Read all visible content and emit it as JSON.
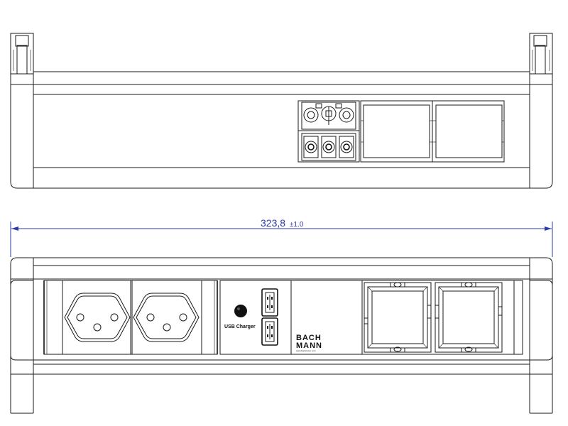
{
  "dimension": {
    "value": "323,8",
    "tolerance": "±1.0",
    "color": "#2a3aa8"
  },
  "front_view": {
    "usb_label": "USB Charger",
    "brand_line1": "BACH",
    "brand_line2": "MANN",
    "brand_url": "www.bachmann.com",
    "socket_count": 2,
    "usb_port_count": 2,
    "module_slot_count": 2
  },
  "top_view": {
    "connector_count": 3,
    "module_slot_count": 2
  },
  "colors": {
    "line": "#1a1a1a",
    "background": "#ffffff"
  }
}
